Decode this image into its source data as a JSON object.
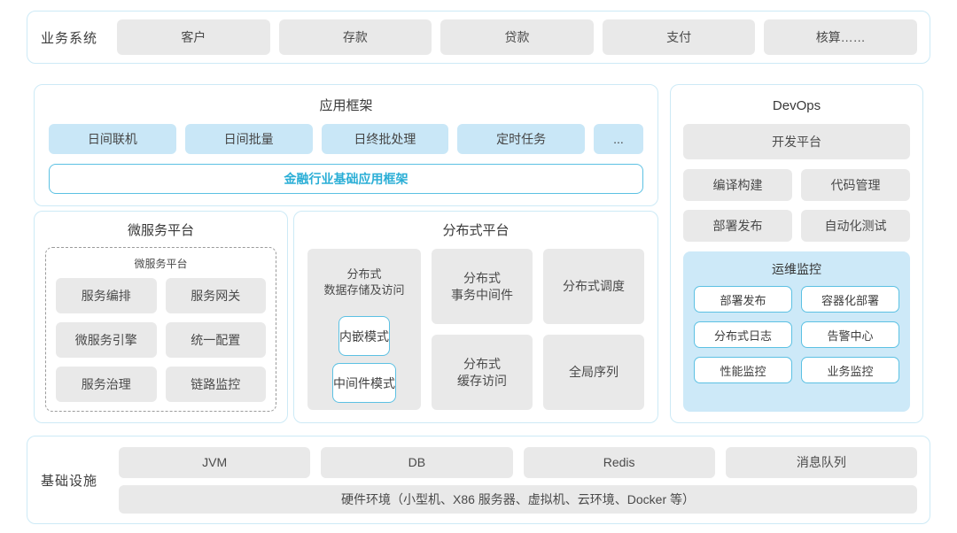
{
  "colors": {
    "panel_border": "#cdeaf6",
    "gray_fill": "#e9e9e9",
    "blue_fill": "#c9e7f7",
    "blue_border": "#5cc1e3",
    "blue_text": "#2aaed6",
    "monitor_fill": "#cde9f8",
    "dashed_border": "#9b9b9b"
  },
  "business_systems": {
    "label": "业务系统",
    "items": [
      "客户",
      "存款",
      "贷款",
      "支付",
      "核算……"
    ]
  },
  "app_framework": {
    "title": "应用框架",
    "items": [
      "日间联机",
      "日间批量",
      "日终批处理",
      "定时任务",
      "..."
    ],
    "base_framework": "金融行业基础应用框架"
  },
  "microservice_platform": {
    "title": "微服务平台",
    "inner_title": "微服务平台",
    "items": [
      "服务编排",
      "服务网关",
      "微服务引擎",
      "统一配置",
      "服务治理",
      "链路监控"
    ]
  },
  "distributed_platform": {
    "title": "分布式平台",
    "storage": {
      "label": "分布式\n数据存储及访问",
      "modes": [
        "内嵌模式",
        "中间件模式"
      ]
    },
    "items": [
      "分布式\n事务中间件",
      "分布式调度",
      "分布式\n缓存访问",
      "全局序列"
    ]
  },
  "devops": {
    "title": "DevOps",
    "platform": "开发平台",
    "tools": [
      "编译构建",
      "代码管理",
      "部署发布",
      "自动化测试"
    ],
    "monitoring": {
      "title": "运维监控",
      "items": [
        "部署发布",
        "容器化部署",
        "分布式日志",
        "告警中心",
        "性能监控",
        "业务监控"
      ]
    }
  },
  "infrastructure": {
    "label": "基础设施",
    "items": [
      "JVM",
      "DB",
      "Redis",
      "消息队列"
    ],
    "hardware": "硬件环境（小型机、X86 服务器、虚拟机、云环境、Docker 等）"
  }
}
